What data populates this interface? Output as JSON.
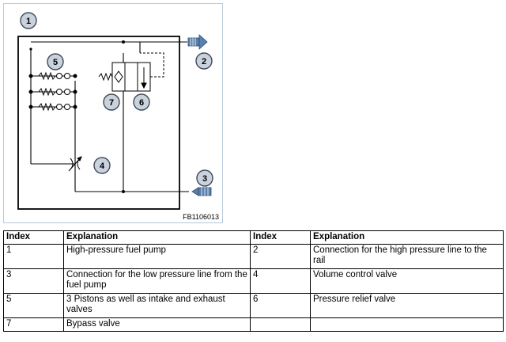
{
  "diagram": {
    "callouts": [
      "1",
      "2",
      "3",
      "4",
      "5",
      "6",
      "7"
    ],
    "figure_code": "FB1106013",
    "colors": {
      "callout_fill": "#c9d2dd",
      "callout_stroke": "#3e4a57",
      "arrow_fill": "#5a80ad",
      "frame_border": "#b8c9d9"
    }
  },
  "table": {
    "headers": [
      "Index",
      "Explanation",
      "Index",
      "Explanation"
    ],
    "rows": [
      [
        "1",
        "High-pressure fuel pump",
        "2",
        "Connection for the high pressure line to the rail"
      ],
      [
        "3",
        "Connection for the low pressure line from the fuel pump",
        "4",
        "Volume control valve"
      ],
      [
        "5",
        "3 Pistons as well as intake and exhaust valves",
        "6",
        "Pressure relief valve"
      ],
      [
        "7",
        "Bypass valve",
        "",
        ""
      ]
    ]
  }
}
